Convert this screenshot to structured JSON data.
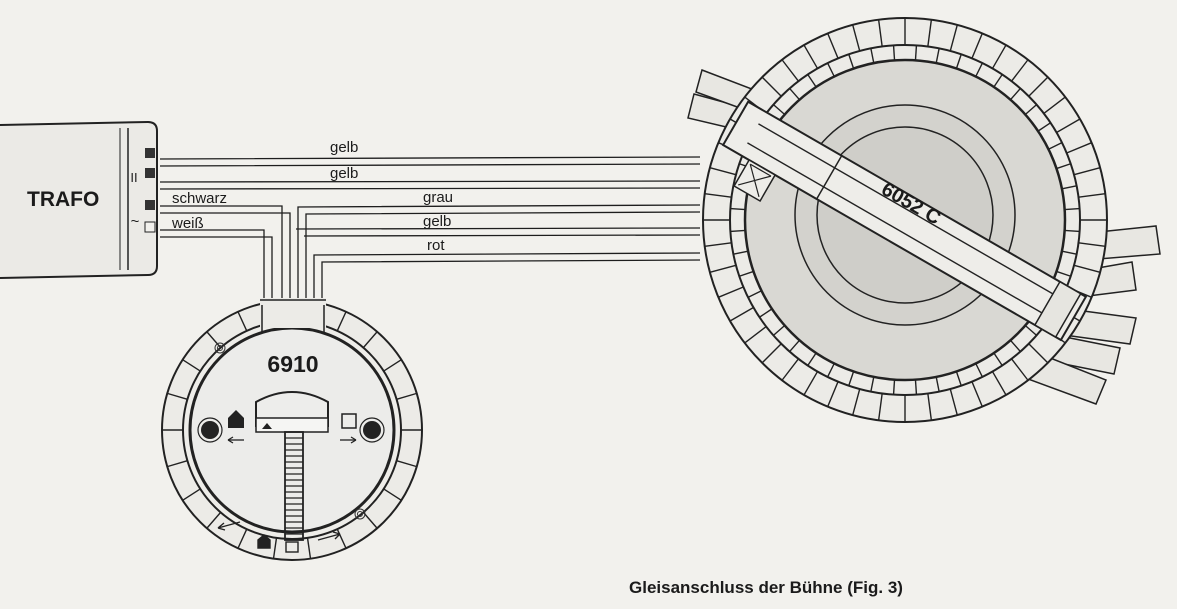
{
  "figure": {
    "trafo_label": "TRAFO",
    "terminal_marks": [
      "II",
      "~"
    ],
    "controller_label": "6910",
    "turntable_label": "6052 C",
    "wires": [
      {
        "label": "gelb"
      },
      {
        "label": "gelb"
      },
      {
        "label": "schwarz"
      },
      {
        "label": "weiß"
      },
      {
        "label": "grau"
      },
      {
        "label": "gelb"
      },
      {
        "label": "rot"
      }
    ],
    "caption": "Gleisanschluss der Bühne (Fig. 3)"
  }
}
